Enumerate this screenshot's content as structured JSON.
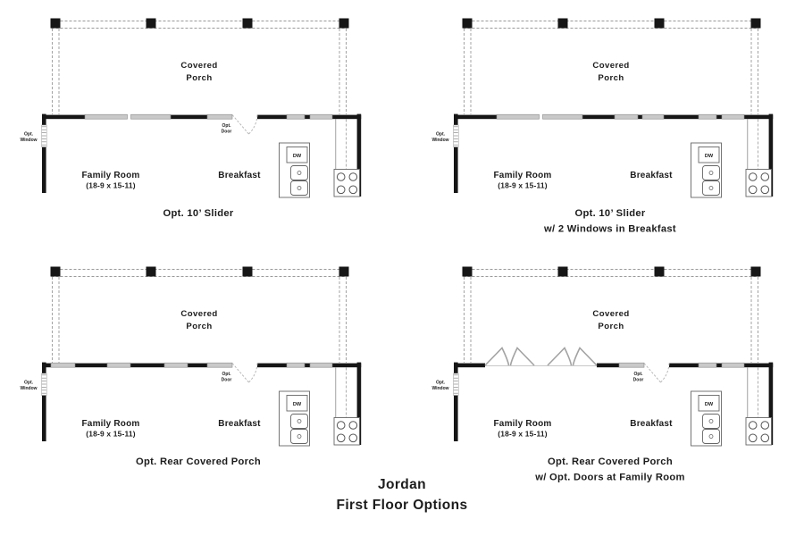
{
  "title": {
    "line1": "Jordan",
    "line2": "First Floor Options"
  },
  "labels": {
    "covered_porch_line1": "Covered",
    "covered_porch_line2": "Porch",
    "family_room": "Family Room",
    "family_room_dims": "(18-9 x 15-11)",
    "breakfast": "Breakfast",
    "opt_window_line1": "Opt.",
    "opt_window_line2": "Window",
    "opt_door_line1": "Opt.",
    "opt_door_line2": "Door",
    "dishwasher": "DW"
  },
  "symbols": {
    "porch_post": "black-square-post",
    "window_segment": "gray-window-bar",
    "door_swing": "dashed-quarter-arc",
    "french_door": "double-leaf-swing",
    "opt_window_symbol": "hatched-wall-window",
    "stove": "four-burner-range",
    "sink": "double-basin-sink",
    "dishwasher": "dw-box"
  },
  "plans": [
    {
      "name": "opt-10-slider",
      "caption_lines": [
        "Opt. 10’ Slider"
      ],
      "family_wall": "slider",
      "opt_door": true,
      "extra_breakfast_windows": false
    },
    {
      "name": "opt-10-slider-2-windows-breakfast",
      "caption_lines": [
        "Opt. 10’ Slider",
        "w/ 2 Windows in Breakfast"
      ],
      "family_wall": "slider",
      "opt_door": false,
      "extra_breakfast_windows": true
    },
    {
      "name": "opt-rear-covered-porch",
      "caption_lines": [
        "Opt. Rear Covered Porch"
      ],
      "family_wall": "windows",
      "opt_door": true,
      "extra_breakfast_windows": false
    },
    {
      "name": "opt-rear-covered-porch-doors-family-room",
      "caption_lines": [
        "Opt. Rear Covered Porch",
        "w/ Opt. Doors at Family Room"
      ],
      "family_wall": "french-doors",
      "opt_door": true,
      "extra_breakfast_windows": false
    }
  ],
  "colors": {
    "background": "#ffffff",
    "wall": "#161616",
    "window_fill": "#c9c9c9",
    "window_stroke": "#8a8a8a",
    "porch_dash": "#9a9a9a",
    "fixture_stroke": "#666666",
    "door_dash": "#b3b3b3",
    "french_door": "#a3a3a3",
    "text": "#1c1c1c"
  }
}
